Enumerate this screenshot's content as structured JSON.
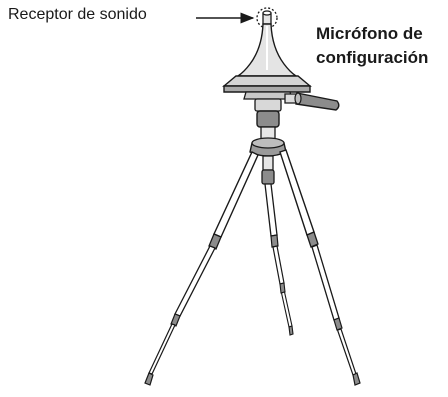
{
  "labels": {
    "sound_receptor": "Receptor de sonido",
    "setup_mic_line1": "Micrófono de",
    "setup_mic_line2": "configuración"
  },
  "colors": {
    "line": "#1a1a1a",
    "leg_fill": "#ffffff",
    "joint_fill": "#8c8c8c",
    "head_fill": "#c9c9c9",
    "mic_fill": "#e4e4e4",
    "mic_top": "#bdbdbd"
  }
}
